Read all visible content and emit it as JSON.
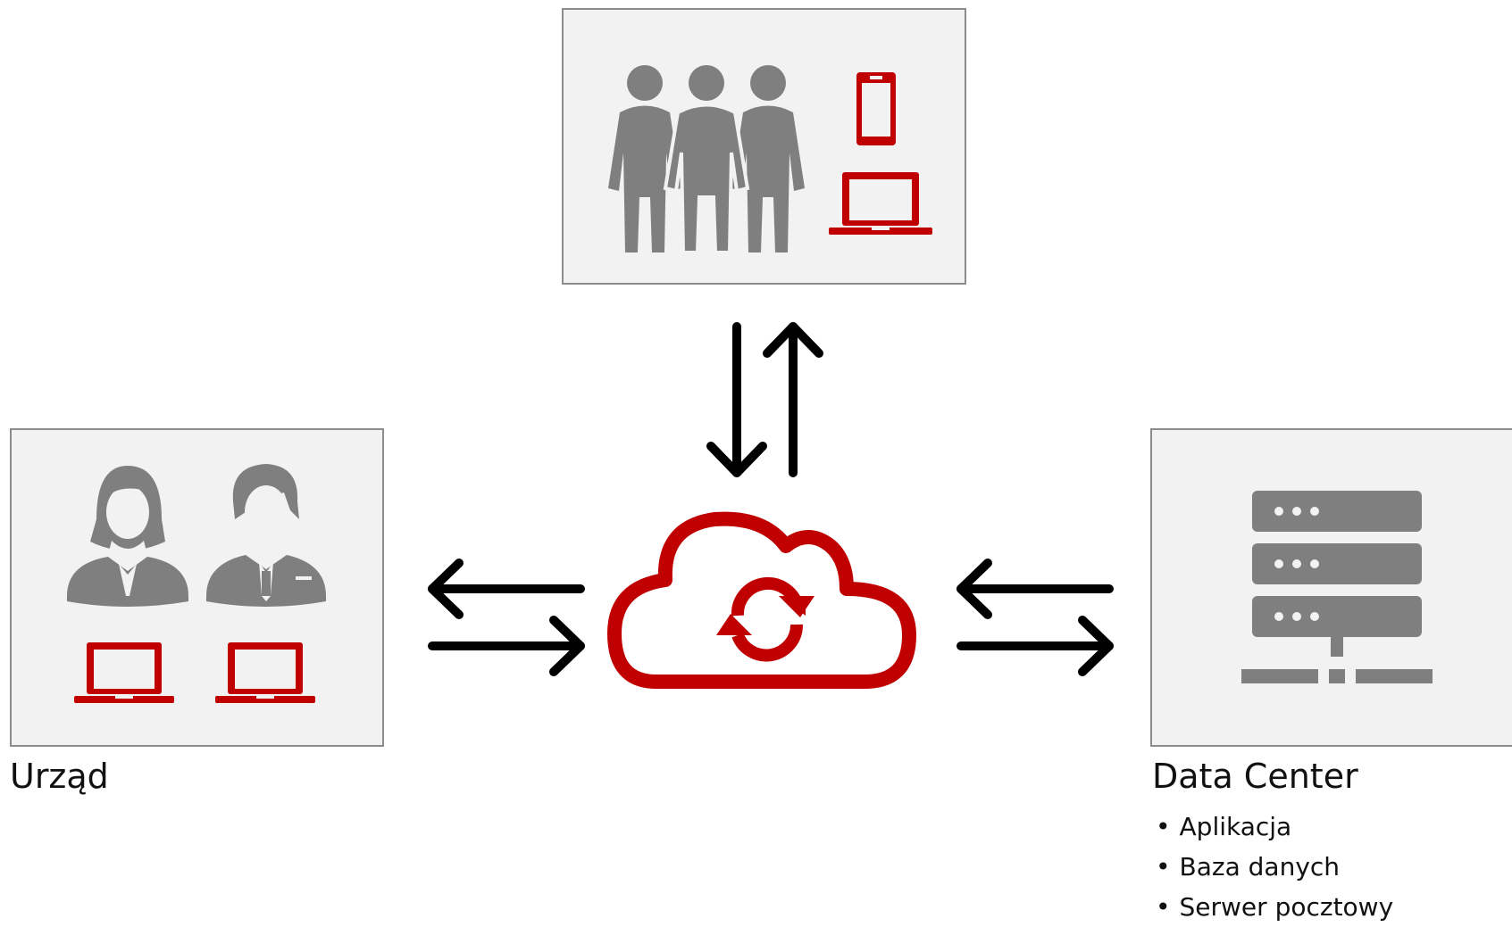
{
  "colors": {
    "panel_bg": "#f2f2f2",
    "panel_border": "#8c8c8c",
    "icon_gray": "#7f7f7f",
    "accent_red": "#c00000",
    "arrow": "#000000"
  },
  "nodes": {
    "users": {
      "icons": [
        "people-group-icon",
        "smartphone-icon",
        "laptop-icon"
      ]
    },
    "office": {
      "label": "Urząd",
      "icons": [
        "woman-icon",
        "man-icon",
        "laptop-icon",
        "laptop-icon"
      ]
    },
    "cloud": {
      "icons": [
        "cloud-icon",
        "sync-icon"
      ]
    },
    "datacenter": {
      "label": "Data Center",
      "icons": [
        "server-stack-icon"
      ],
      "items": [
        "Aplikacja",
        "Baza danych",
        "Serwer pocztowy"
      ]
    }
  }
}
